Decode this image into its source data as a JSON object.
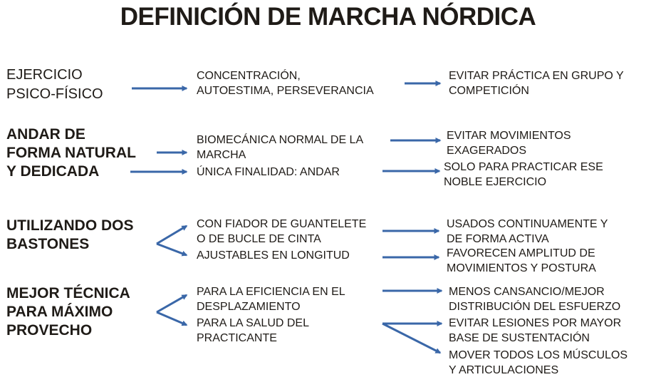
{
  "title": "DEFINICIÓN DE MARCHA NÓRDICA",
  "arrow_color": "#3a67a8",
  "rows": [
    {
      "concept": "EJERCICIO\nPSICO-FÍSICO",
      "concept_bold": false,
      "descriptions": [
        "CONCENTRACIÓN,\nAUTOESTIMA, PERSEVERANCIA"
      ],
      "results": [
        "EVITAR PRÁCTICA EN GRUPO Y\nCOMPETICIÓN"
      ]
    },
    {
      "concept": "ANDAR DE\nFORMA NATURAL\nY DEDICADA",
      "concept_bold": true,
      "descriptions": [
        "BIOMECÁNICA NORMAL DE LA\nMARCHA",
        "ÚNICA FINALIDAD: ANDAR"
      ],
      "results": [
        "EVITAR MOVIMIENTOS\nEXAGERADOS",
        "SOLO PARA PRACTICAR ESE\nNOBLE EJERCICIO"
      ]
    },
    {
      "concept": "UTILIZANDO DOS\nBASTONES",
      "concept_bold": true,
      "descriptions": [
        "CON FIADOR DE GUANTELETE\nO DE BUCLE DE CINTA",
        "AJUSTABLES EN LONGITUD"
      ],
      "results": [
        "USADOS CONTINUAMENTE Y\nDE FORMA ACTIVA",
        "FAVORECEN AMPLITUD DE\nMOVIMIENTOS Y POSTURA"
      ]
    },
    {
      "concept": "MEJOR TÉCNICA\nPARA MÁXIMO\nPROVECHO",
      "concept_bold": true,
      "descriptions": [
        "PARA LA  EFICIENCIA EN EL\nDESPLAZAMIENTO",
        "PARA LA SALUD DEL\nPRACTICANTE"
      ],
      "results": [
        "MENOS CANSANCIO/MEJOR\nDISTRIBUCIÓN DEL ESFUERZO",
        "EVITAR LESIONES POR MAYOR\nBASE DE SUSTENTACIÓN",
        "MOVER TODOS LOS MÚSCULOS\nY ARTICULACIONES"
      ]
    }
  ]
}
